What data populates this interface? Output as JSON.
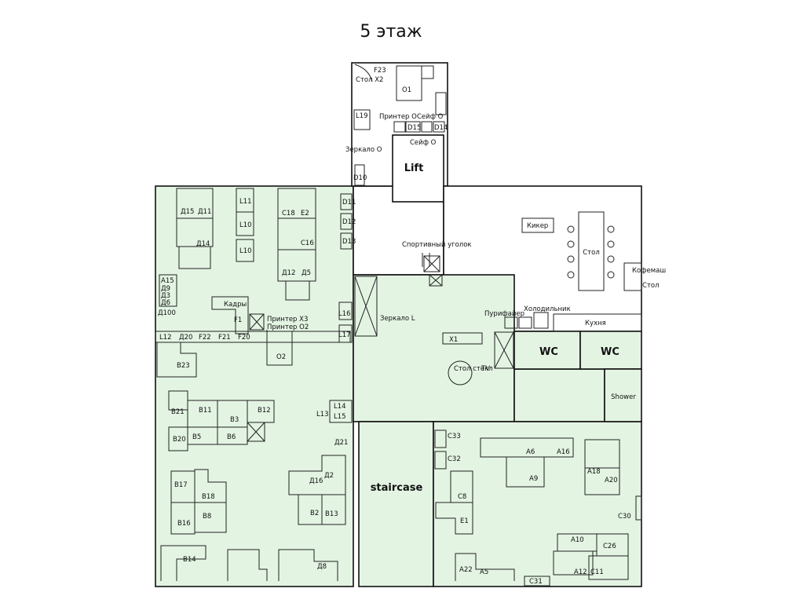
{
  "title": "5 этаж",
  "rooms": {
    "lift": "Lift",
    "staircase": "staircase",
    "wc1": "WC",
    "wc2": "WC",
    "shower": "Shower",
    "kitchen": "Кухня"
  },
  "labels": {
    "f23": "F23",
    "stol_x2": "Стол X2",
    "o1": "O1",
    "l19": "L19",
    "printer_o": "Принтер О",
    "seif_o1": "Сейф О",
    "d15": "D15",
    "d14": "D14",
    "seif_o2": "Сейф О",
    "zerkalo_o": "Зеркало О",
    "d10": "D10",
    "kiker": "Кикер",
    "stol": "Стол",
    "kofemat": "Кофемаш",
    "stol2": "Стол",
    "sport": "Спортивный уголок",
    "purifier": "Пурифайер",
    "fridge": "Холодильник",
    "zerkalo_l": "Зеркало L",
    "x1": "X1",
    "tv": "TV",
    "stol_stekl": "Стол стекл",
    "d15b": "Д15",
    "d11": "Д11",
    "d14b": "Д14",
    "l11": "L11",
    "l10a": "L10",
    "l10b": "L10",
    "c18": "C18",
    "e2": "E2",
    "c16": "C16",
    "d12": "Д12",
    "d5": "Д5",
    "d11b": "D11",
    "d12b": "D12",
    "d13": "D13",
    "a15": "A15",
    "d9": "Д9",
    "d3": "Д3",
    "d6": "Д6",
    "d100": "Д100",
    "kadry": "Кадры",
    "f1": "F1",
    "printer_x3": "Принтер X3",
    "printer_o2": "Принтер О2",
    "l16": "L16",
    "l17": "L17",
    "l12": "L12",
    "d20": "Д20",
    "f22": "F22",
    "f21": "F21",
    "f20": "F20",
    "o2": "O2",
    "b23": "B23",
    "b21": "B21",
    "b11": "B11",
    "b3": "B3",
    "b12": "B12",
    "b20": "B20",
    "b5": "B5",
    "b6": "B6",
    "l13": "L13",
    "l14": "L14",
    "l15": "L15",
    "d21": "Д21",
    "b17": "B17",
    "b18": "B18",
    "b16": "B16",
    "b8": "B8",
    "d16": "Д16",
    "d2": "Д2",
    "b2": "B2",
    "b13": "B13",
    "b14": "B14",
    "d8": "Д8",
    "c33": "C33",
    "c32": "C32",
    "c8": "C8",
    "e1": "E1",
    "a6": "A6",
    "a16": "A16",
    "a9": "A9",
    "a18": "A18",
    "a20": "A20",
    "c30": "C30",
    "a10": "A10",
    "c26": "C26",
    "a22": "A22",
    "a5": "A5",
    "c31": "C31",
    "a12": "A12",
    "c11": "C11"
  }
}
